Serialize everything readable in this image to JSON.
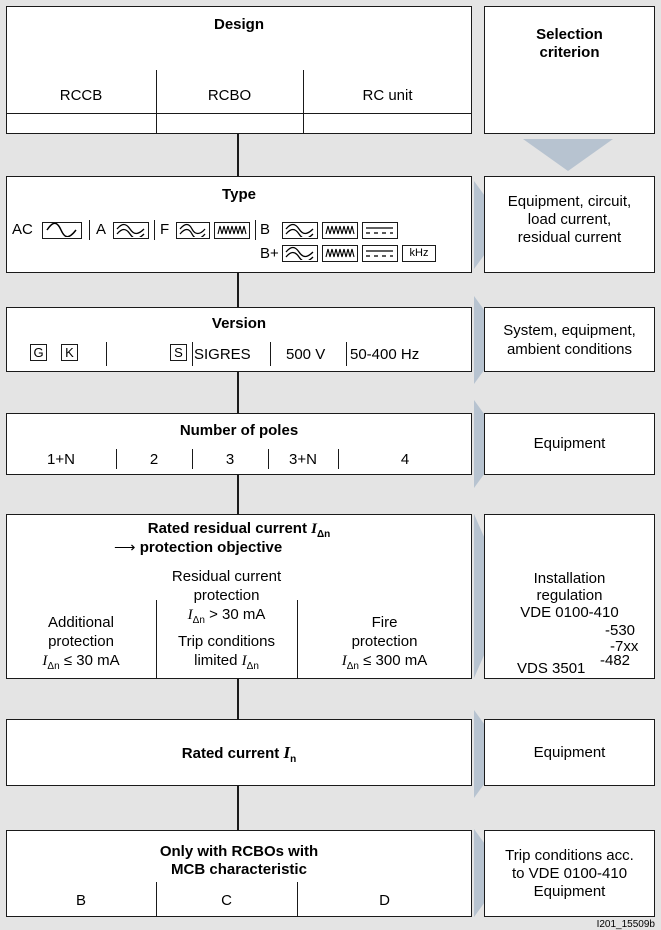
{
  "design": {
    "title": "Design",
    "options": [
      "RCCB",
      "RCBO",
      "RC unit"
    ]
  },
  "selection": {
    "title_line1": "Selection",
    "title_line2": "criterion"
  },
  "type": {
    "title": "Type",
    "ac": "AC",
    "a": "A",
    "f": "F",
    "b": "B",
    "bplus": "B+",
    "khz": "kHz",
    "criterion": [
      "Equipment, circuit,",
      "load current,",
      "residual current"
    ]
  },
  "version": {
    "title": "Version",
    "g": "G",
    "k": "K",
    "s": "S",
    "sigres": "SIGRES",
    "v500": "500 V",
    "hz": "50-400 Hz",
    "criterion": [
      "System, equipment,",
      "ambient conditions"
    ]
  },
  "poles": {
    "title": "Number of poles",
    "options": [
      "1+N",
      "2",
      "3",
      "3+N",
      "4"
    ],
    "criterion": "Equipment"
  },
  "residual": {
    "title_main": "Rated residual current",
    "title_sym": "I",
    "title_sub": "Δn",
    "objective": "protection objective",
    "col1": [
      "Additional",
      "protection"
    ],
    "col1_cond_sym": "I",
    "col1_cond_sub": "Δn",
    "col1_cond": "≤ 30 mA",
    "col2": [
      "Residual current",
      "protection"
    ],
    "col2_cond_sym": "I",
    "col2_cond_sub": "Δn",
    "col2_cond": "> 30 mA",
    "col2_trip": "Trip conditions",
    "col2_limited": "limited",
    "col2_lim_sym": "I",
    "col2_lim_sub": "Δn",
    "col3": [
      "Fire",
      "protection"
    ],
    "col3_cond_sym": "I",
    "col3_cond_sub": "Δn",
    "col3_cond": "≤ 300 mA",
    "criterion": [
      "Installation",
      "regulation",
      "VDE 0100-410",
      "-530",
      "-7xx",
      "-482",
      "VDS 3501"
    ]
  },
  "rated": {
    "title": "Rated current",
    "sym": "I",
    "sub": "n",
    "criterion": "Equipment"
  },
  "rcbo": {
    "title_line1": "Only with RCBOs with",
    "title_line2": "MCB characteristic",
    "options": [
      "B",
      "C",
      "D"
    ],
    "criterion": [
      "Trip conditions acc.",
      "to VDE 0100-410",
      "Equipment"
    ]
  },
  "figure_id": "I201_15509b",
  "colors": {
    "arrow": "#b7c3d0",
    "background": "#e4e4e4",
    "box": "#ffffff"
  }
}
